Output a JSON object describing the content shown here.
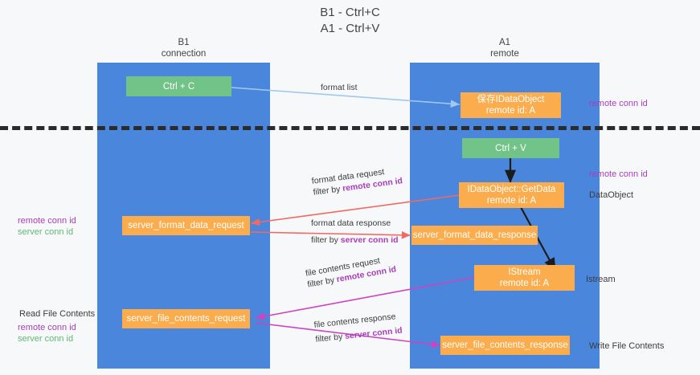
{
  "title": {
    "line1": "B1 - Ctrl+C",
    "line2": "A1 - Ctrl+V"
  },
  "columns": [
    {
      "name": "B1",
      "sub": "connection"
    },
    {
      "name": "A1",
      "sub": "remote"
    }
  ],
  "nodes": {
    "ctrl_c": {
      "label": "Ctrl + C"
    },
    "ctrl_v": {
      "label": "Ctrl + V"
    },
    "save_dataobject": {
      "line1": "保存IDataObject",
      "line2": "remote id: A"
    },
    "getdata": {
      "line1": "IDataObject::GetData",
      "line2": "remote id: A"
    },
    "istream": {
      "line1": "IStream",
      "line2": "remote id: A"
    },
    "server_format_data_request": {
      "label": "server_format_data_request"
    },
    "server_format_data_response": {
      "label": "server_format_data_response"
    },
    "server_file_contents_request": {
      "label": "server_file_contents_request"
    },
    "server_file_contents_response": {
      "label": "server_file_contents_response"
    }
  },
  "edges": {
    "format_list": {
      "line1": "format list"
    },
    "format_data_request": {
      "line1": "format data request",
      "line2_prefix": "filter by ",
      "line2_key": "remote conn id"
    },
    "format_data_response": {
      "line1": "format data response",
      "line2_prefix": "filter by ",
      "line2_key": "server conn id"
    },
    "file_contents_request": {
      "line1": "file contents request",
      "line2_prefix": "filter by ",
      "line2_key": "remote conn id"
    },
    "file_contents_response": {
      "line1": "file contents response",
      "line2_prefix": "filter by ",
      "line2_key": "server conn id"
    }
  },
  "annotations": {
    "right_remote_conn_top": "remote conn id",
    "right_remote_conn_mid": "remote conn id",
    "right_dataobject": "DataObject",
    "right_istream": "Istream",
    "right_write_file": "Write File Contents",
    "left_remote_conn_1": "remote conn id",
    "left_server_conn_1": "server conn id",
    "left_read_file": "Read File Contents",
    "left_remote_conn_2": "remote conn id",
    "left_server_conn_2": "server conn id"
  },
  "colors": {
    "lane": "#4a86dc",
    "green_node": "#72c388",
    "orange_node": "#fbac4c",
    "purple_key": "#a83fb8",
    "green_key": "#5fb878",
    "edge_blue": "#9ec9ee",
    "edge_red": "#ef6a62",
    "edge_magenta": "#cc44c0",
    "edge_black": "#1c1c1c",
    "background": "#f7f8f9"
  }
}
